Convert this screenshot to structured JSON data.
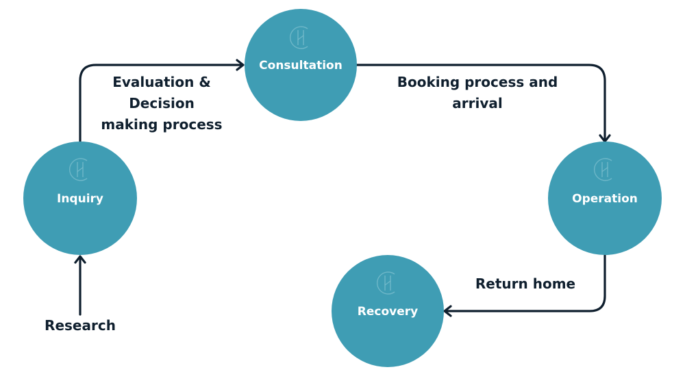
{
  "colors": {
    "node_fill": "#3f9db4",
    "node_text": "#ffffff",
    "edge": "#0f1f2e",
    "edge_text": "#0f1f2e",
    "logo": "#7fc0cf"
  },
  "nodes": {
    "consultation": {
      "label": "Consultation",
      "icon": "hc-logo-icon"
    },
    "inquiry": {
      "label": "Inquiry",
      "icon": "hc-logo-icon"
    },
    "operation": {
      "label": "Operation",
      "icon": "hc-logo-icon"
    },
    "recovery": {
      "label": "Recovery",
      "icon": "hc-logo-icon"
    }
  },
  "edges": {
    "research_to_inquiry": {
      "lines": [
        "Research"
      ]
    },
    "inquiry_to_consultation": {
      "lines": [
        "Evaluation &",
        "Decision",
        "making process"
      ]
    },
    "consultation_to_operation": {
      "lines": [
        "Booking process and",
        "arrival"
      ]
    },
    "operation_to_recovery": {
      "lines": [
        "Return home"
      ]
    }
  }
}
